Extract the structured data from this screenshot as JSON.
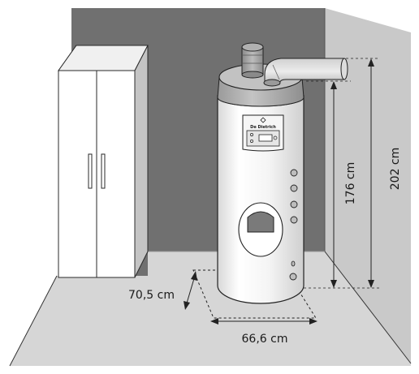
{
  "brand": "De Dietrich",
  "dimensions": {
    "depth": "70,5 cm",
    "width": "66,6 cm",
    "height_tank": "176 cm",
    "height_total": "202 cm"
  },
  "colors": {
    "wall_back": "#707070",
    "wall_side": "#c9c9c9",
    "floor": "#d6d6d6",
    "frame": "#ffffff",
    "outline": "#1a1a1a"
  }
}
